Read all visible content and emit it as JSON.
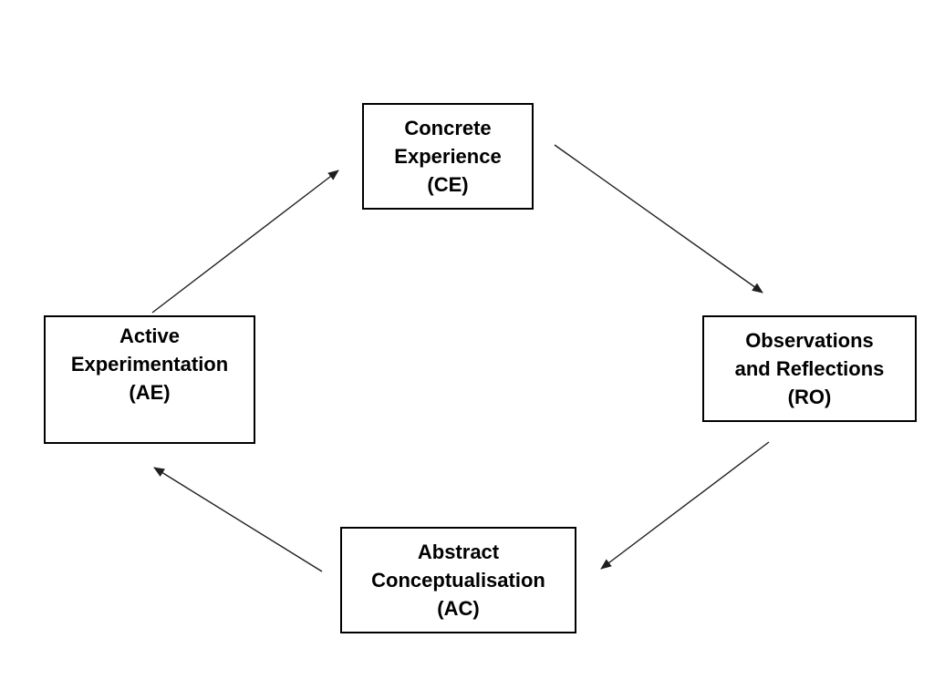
{
  "diagram": {
    "background_color": "#ffffff",
    "box_border_color": "#000000",
    "text_color": "#000000",
    "arrow_color": "#1f1f1f",
    "nodes": {
      "ce": {
        "id": "CE",
        "label": "Concrete\nExperience\n(CE)"
      },
      "ro": {
        "id": "RO",
        "label": "Observations\nand Reflections\n(RO)"
      },
      "ac": {
        "id": "AC",
        "label": "Abstract\nConceptualisation\n(AC)"
      },
      "ae": {
        "id": "AE",
        "label": "Active\nExperimentation\n(AE)"
      }
    },
    "edges": [
      {
        "from": "CE",
        "to": "RO"
      },
      {
        "from": "RO",
        "to": "AC"
      },
      {
        "from": "AC",
        "to": "AE"
      },
      {
        "from": "AE",
        "to": "CE"
      }
    ]
  }
}
